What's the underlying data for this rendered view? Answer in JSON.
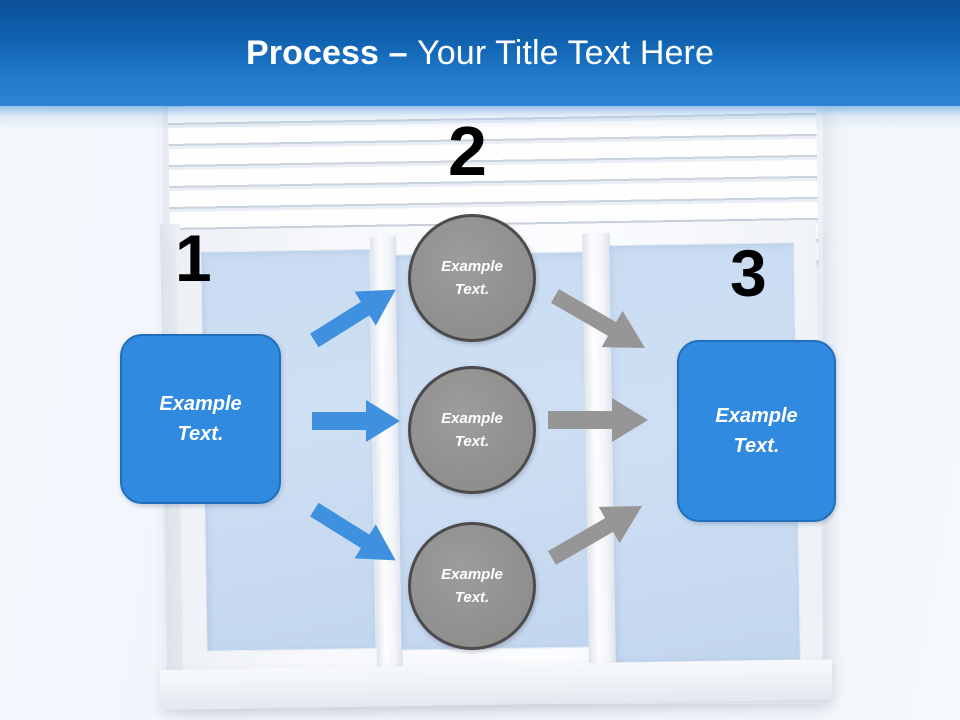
{
  "header": {
    "title_strong": "Process – ",
    "title_rest": "Your Title Text Here",
    "bar_color": "#1167b4",
    "text_color": "#ffffff"
  },
  "diagram": {
    "type": "process-flow",
    "step_numbers": [
      "1",
      "2",
      "3"
    ],
    "colors": {
      "box_fill": "#2f8ae0",
      "box_border": "#1f6fbb",
      "circle_fill": "#919191",
      "circle_border": "#4b4b4b",
      "arrow_blue": "#3f90df",
      "arrow_gray": "#969696",
      "number_color": "#000000",
      "background": "#f2f6fb"
    },
    "stage1": {
      "number": "1",
      "box_label": "Example\nText."
    },
    "stage2": {
      "number": "2",
      "circles": [
        {
          "label": "Example\nText."
        },
        {
          "label": "Example\nText."
        },
        {
          "label": "Example\nText."
        }
      ]
    },
    "stage3": {
      "number": "3",
      "box_label": "Example\nText."
    },
    "arrows": {
      "blue": [
        {
          "direction": "up-right",
          "from": "stage1-box",
          "to": "circle-top"
        },
        {
          "direction": "right",
          "from": "stage1-box",
          "to": "circle-mid"
        },
        {
          "direction": "down-right",
          "from": "stage1-box",
          "to": "circle-bot"
        }
      ],
      "gray": [
        {
          "direction": "down-right",
          "from": "circle-top",
          "to": "stage3-box"
        },
        {
          "direction": "right",
          "from": "circle-mid",
          "to": "stage3-box"
        },
        {
          "direction": "up-right",
          "from": "circle-bot",
          "to": "stage3-box"
        }
      ]
    }
  },
  "background": {
    "image_name": "window-with-blinds-photo"
  }
}
